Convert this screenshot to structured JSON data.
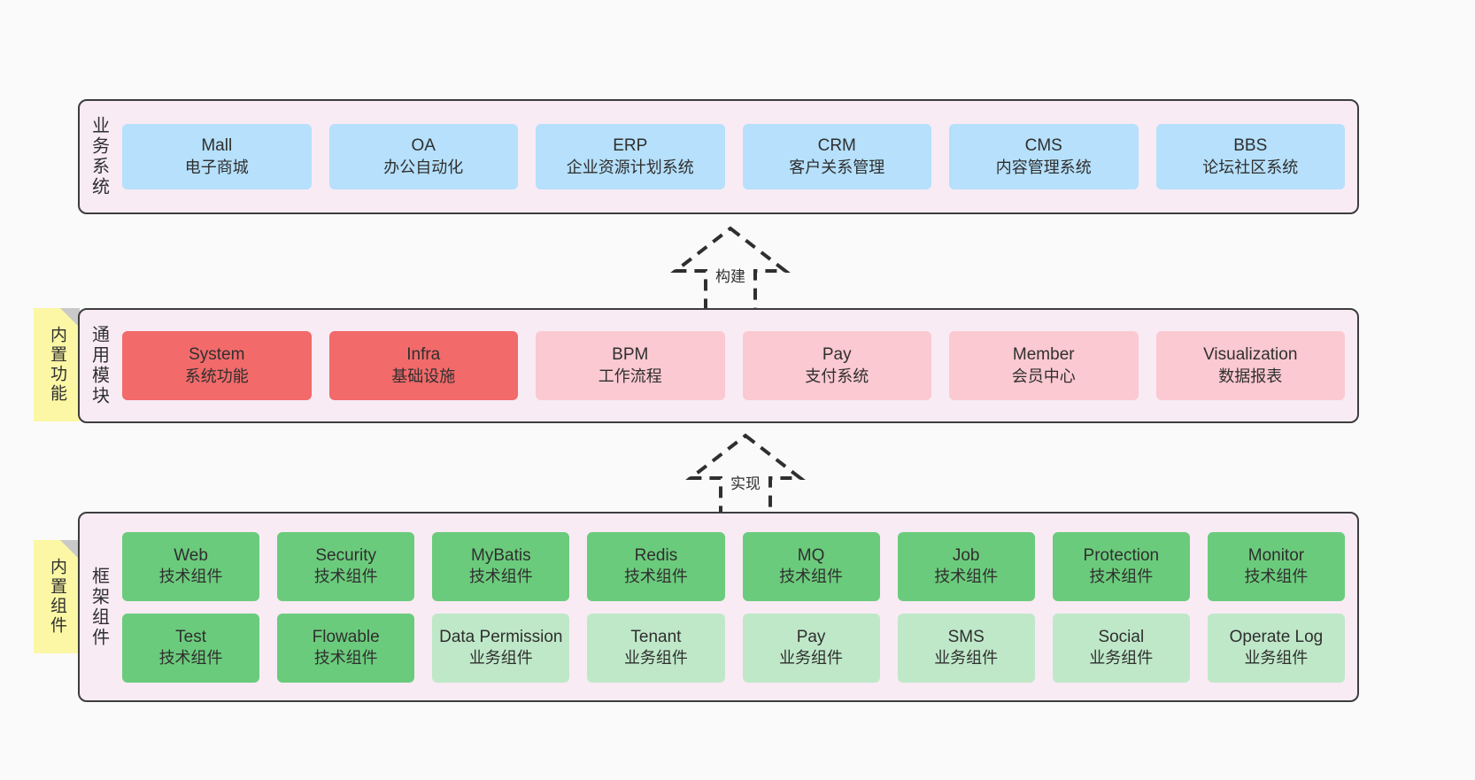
{
  "diagram": {
    "background_color": "#fafafa",
    "layer_fill": "#f8ebf4",
    "layer_border": "#3d3d3d",
    "note_fill": "#fbf7a5"
  },
  "layers": [
    {
      "id": "business",
      "title": "业务系统",
      "rows": [
        {
          "boxes": [
            {
              "name": "Mall",
              "sub": "电子商城",
              "color": "#b6e0fb",
              "variant": "c-blue"
            },
            {
              "name": "OA",
              "sub": "办公自动化",
              "color": "#b6e0fb",
              "variant": "c-blue"
            },
            {
              "name": "ERP",
              "sub": "企业资源计划系统",
              "color": "#b6e0fb",
              "variant": "c-blue"
            },
            {
              "name": "CRM",
              "sub": "客户关系管理",
              "color": "#b6e0fb",
              "variant": "c-blue"
            },
            {
              "name": "CMS",
              "sub": "内容管理系统",
              "color": "#b6e0fb",
              "variant": "c-blue"
            },
            {
              "name": "BBS",
              "sub": "论坛社区系统",
              "color": "#b6e0fb",
              "variant": "c-blue"
            }
          ]
        }
      ]
    },
    {
      "id": "modules",
      "title": "通用模块",
      "note": "内置功能",
      "rows": [
        {
          "boxes": [
            {
              "name": "System",
              "sub": "系统功能",
              "color": "#f26a6a",
              "variant": "c-red"
            },
            {
              "name": "Infra",
              "sub": "基础设施",
              "color": "#f26a6a",
              "variant": "c-red"
            },
            {
              "name": "BPM",
              "sub": "工作流程",
              "color": "#fbc9d1",
              "variant": "c-pink"
            },
            {
              "name": "Pay",
              "sub": "支付系统",
              "color": "#fbc9d1",
              "variant": "c-pink"
            },
            {
              "name": "Member",
              "sub": "会员中心",
              "color": "#fbc9d1",
              "variant": "c-pink"
            },
            {
              "name": "Visualization",
              "sub": "数据报表",
              "color": "#fbc9d1",
              "variant": "c-pink"
            }
          ]
        }
      ]
    },
    {
      "id": "framework",
      "title": "框架组件",
      "note": "内置组件",
      "rows": [
        {
          "boxes": [
            {
              "name": "Web",
              "sub": "技术组件",
              "color": "#6bcb7c",
              "variant": "c-green"
            },
            {
              "name": "Security",
              "sub": "技术组件",
              "color": "#6bcb7c",
              "variant": "c-green"
            },
            {
              "name": "MyBatis",
              "sub": "技术组件",
              "color": "#6bcb7c",
              "variant": "c-green"
            },
            {
              "name": "Redis",
              "sub": "技术组件",
              "color": "#6bcb7c",
              "variant": "c-green"
            },
            {
              "name": "MQ",
              "sub": "技术组件",
              "color": "#6bcb7c",
              "variant": "c-green"
            },
            {
              "name": "Job",
              "sub": "技术组件",
              "color": "#6bcb7c",
              "variant": "c-green"
            },
            {
              "name": "Protection",
              "sub": "技术组件",
              "color": "#6bcb7c",
              "variant": "c-green"
            },
            {
              "name": "Monitor",
              "sub": "技术组件",
              "color": "#6bcb7c",
              "variant": "c-green"
            }
          ]
        },
        {
          "boxes": [
            {
              "name": "Test",
              "sub": "技术组件",
              "color": "#6bcb7c",
              "variant": "c-green"
            },
            {
              "name": "Flowable",
              "sub": "技术组件",
              "color": "#6bcb7c",
              "variant": "c-green"
            },
            {
              "name": "Data Permission",
              "sub": "业务组件",
              "color": "#bfe8c8",
              "variant": "c-greenlight"
            },
            {
              "name": "Tenant",
              "sub": "业务组件",
              "color": "#bfe8c8",
              "variant": "c-greenlight"
            },
            {
              "name": "Pay",
              "sub": "业务组件",
              "color": "#bfe8c8",
              "variant": "c-greenlight"
            },
            {
              "name": "SMS",
              "sub": "业务组件",
              "color": "#bfe8c8",
              "variant": "c-greenlight"
            },
            {
              "name": "Social",
              "sub": "业务组件",
              "color": "#bfe8c8",
              "variant": "c-greenlight"
            },
            {
              "name": "Operate Log",
              "sub": "业务组件",
              "color": "#bfe8c8",
              "variant": "c-greenlight"
            }
          ]
        }
      ]
    }
  ],
  "connectors": [
    {
      "id": "build",
      "label": "构建",
      "style": "dashed-hollow-triangle-up"
    },
    {
      "id": "impl",
      "label": "实现",
      "style": "dashed-hollow-triangle-up"
    }
  ]
}
